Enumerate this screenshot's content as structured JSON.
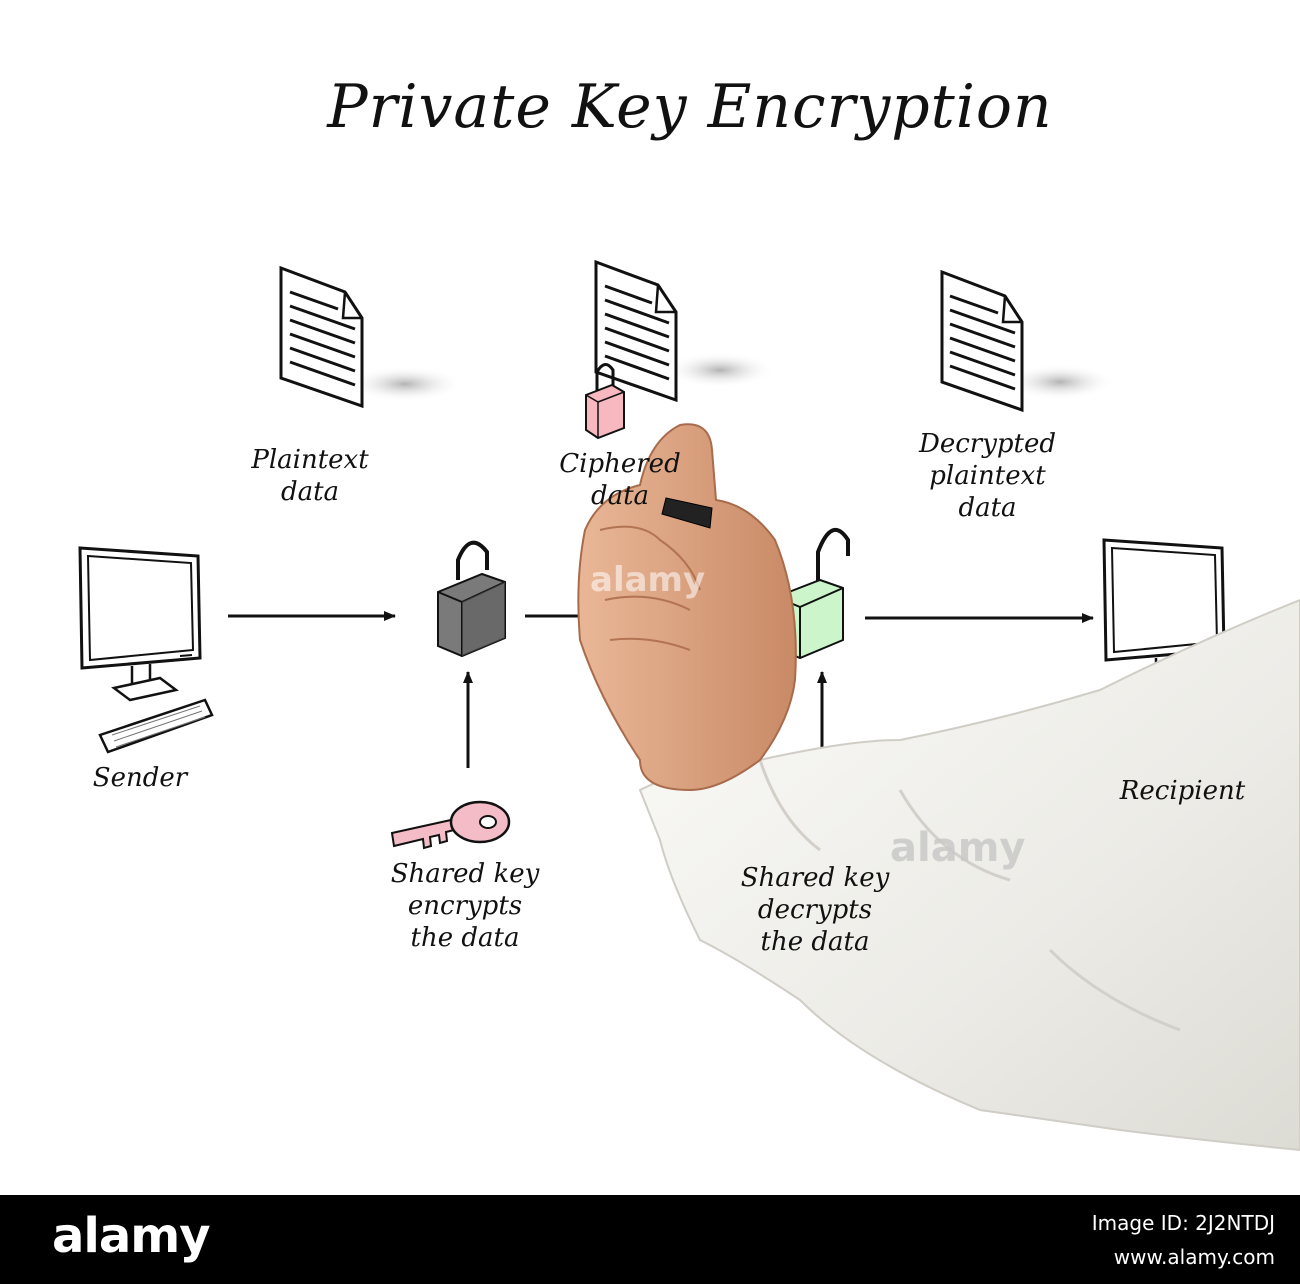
{
  "diagram": {
    "title": "Private Key Encryption",
    "labels": {
      "plaintext": [
        "Plaintext",
        "data"
      ],
      "ciphered": [
        "Ciphered",
        "data"
      ],
      "decrypted": [
        "Decrypted",
        "plaintext",
        "data"
      ],
      "sender": "Sender",
      "recipient": "Recipient",
      "encrypt_key": [
        "Shared key",
        "encrypts",
        "the data"
      ],
      "decrypt_key": [
        "Shared key",
        "decrypts",
        "the data"
      ]
    },
    "colors": {
      "locked_padlock": "#7a7a7a",
      "unlocked_padlock": "#ccf5cc",
      "key": "#f4bcc6",
      "document_lock": "#f7b8c0",
      "sleeve": "#f0f0ec",
      "skin": "#d9a07e"
    }
  },
  "watermark": {
    "center": "alamy",
    "right": "alamy"
  },
  "footer": {
    "logo": "alamy",
    "image_id": "Image ID: 2J2NTDJ",
    "url": "www.alamy.com"
  }
}
